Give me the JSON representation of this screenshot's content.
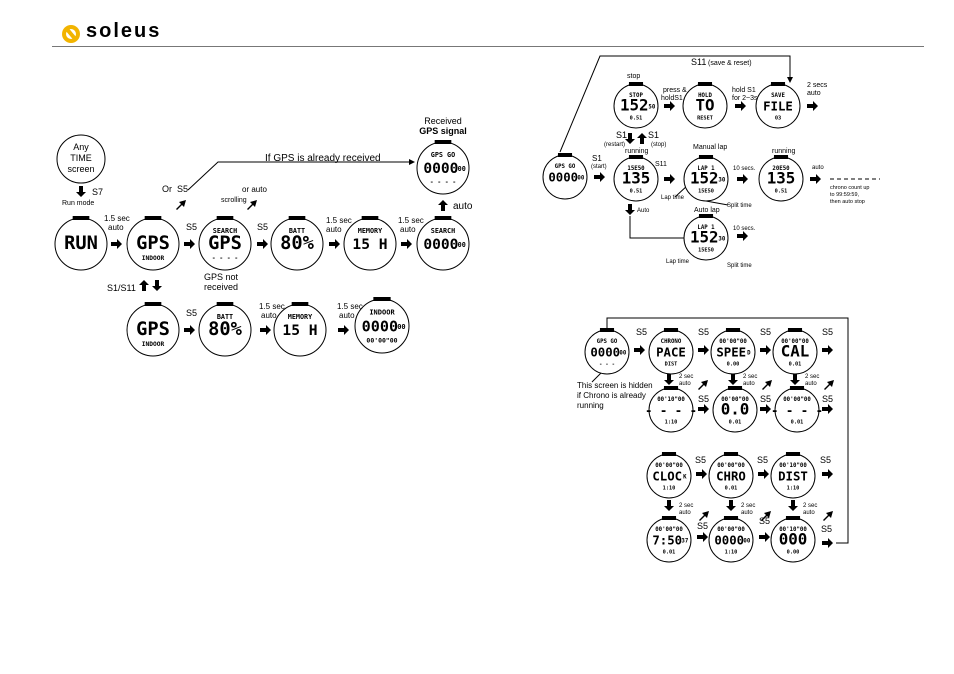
{
  "brand": "soleus",
  "colors": {
    "logo": "#f2b400",
    "ink": "#000000"
  },
  "left": {
    "any_time_screen": [
      "Any",
      "TIME",
      "screen"
    ],
    "labels": {
      "s7": "S7",
      "run_mode": "Run mode",
      "or": "Or",
      "s5": "S5",
      "if_gps": "If GPS is already received",
      "scrolling": "scrolling",
      "or_auto": "or auto",
      "received": "Received",
      "gps_signal": "GPS signal",
      "auto": "auto",
      "sec15": "1.5 sec",
      "auto_small": "auto",
      "gps_not": "GPS not",
      "received2": "received",
      "s1s11": "S1/S11"
    },
    "screens": {
      "run": {
        "main": "RUN"
      },
      "gps_indoor": {
        "main": "GPS",
        "sub": "INDOOR"
      },
      "search_gps": {
        "top": "SEARCH",
        "main": "GPS",
        "sub": "- - - -"
      },
      "batt": {
        "top": "BATT",
        "main": "80%"
      },
      "memory": {
        "top": "MEMORY",
        "main": "15 H"
      },
      "search0": {
        "top": "SEARCH",
        "main": "0000",
        "small": "00"
      },
      "gps_go": {
        "top": "GPS GO",
        "main": "0000",
        "small": "00",
        "sub": "- - - -"
      },
      "gps_indoor2": {
        "main": "GPS",
        "sub": "INDOOR"
      },
      "batt2": {
        "top": "BATT",
        "main": "80%"
      },
      "memory2": {
        "top": "MEMORY",
        "main": "15 H"
      },
      "indoor_screen": {
        "top": "INDOOR",
        "main": "0000",
        "small": "00",
        "sub": "00'00\"00"
      }
    }
  },
  "right_top": {
    "labels": {
      "s11_save": "S11",
      "save_reset": "(save & reset)",
      "stop": "stop",
      "press_hold": "press &",
      "hold_s1": "holdS1",
      "hold_s1b": "hold S1",
      "for23": "for 2~3s",
      "sec2": "2 secs",
      "auto": "auto",
      "s1_restart": "S1",
      "restart": "(restart)",
      "s1_stop": "S1",
      "stop2": "(stop)",
      "s1_start": "S1",
      "start": "(start)",
      "running": "running",
      "s11": "S11",
      "manual_lap": "Manual lap",
      "sec10": "10 secs.",
      "running2": "running",
      "auto2": "auto",
      "chrono_note": [
        "chrono count up",
        "to 99:59:59,",
        "then auto stop"
      ],
      "lap_time": "Lap time",
      "split_time": "Split time",
      "auto3": "Auto",
      "auto_lap": "Auto lap",
      "sec10b": "10 secs."
    },
    "screens": {
      "gps_go": {
        "top": "GPS GO",
        "main": "0000",
        "small": "00"
      },
      "stop": {
        "top": "STOP",
        "main": "152",
        "small": "50",
        "sub": "0.51"
      },
      "hold": {
        "top": "HOLD",
        "main": "TO",
        "sub": "RESET"
      },
      "save": {
        "top": "SAVE",
        "main": "FILE",
        "sub": "03"
      },
      "running": {
        "top": "15E50",
        "main": "135",
        "sub": "0.51"
      },
      "lap": {
        "top": "LAP 1",
        "main": "152",
        "small": "30",
        "sub": "15E50"
      },
      "run2": {
        "top": "20E50",
        "main": "135",
        "sub": "0.51"
      },
      "autolap": {
        "top": "LAP 1",
        "main": "152",
        "small": "30",
        "sub": "15E50"
      }
    }
  },
  "right_bottom": {
    "labels": {
      "s5": "S5",
      "sec2": "2 sec",
      "auto": "auto",
      "hidden_note": [
        "This screen is hidden",
        "if Chrono is already",
        "running"
      ]
    },
    "screens": {
      "gps_go": {
        "top": "GPS GO",
        "main": "0000",
        "small": "00",
        "sub": "- - -"
      },
      "pace": {
        "top": "CHRONO",
        "main": "PACE",
        "sub": "DIST"
      },
      "speed": {
        "top": "00'00\"00",
        "main": "SPEE",
        "small": "D",
        "sub": "0.00"
      },
      "cal": {
        "top": "00'00\"00",
        "main": "CAL",
        "sub": "0.01"
      },
      "r2a": {
        "top": "00'10\"00",
        "main": "- - - -",
        "sub": "1:10"
      },
      "r2b": {
        "top": "00'00\"00",
        "main": "0.0",
        "sub": "0.01"
      },
      "r2c": {
        "top": "00'00\"00",
        "main": "- - - -",
        "sub": "0.01"
      },
      "cloc": {
        "top": "00'00\"00",
        "main": "CLOC",
        "small": "K",
        "sub": "1:10"
      },
      "chro": {
        "top": "00'00\"00",
        "main": "CHRO",
        "sub": "0.01"
      },
      "dist": {
        "top": "00'10\"00",
        "main": "DIST",
        "sub": "1:10"
      },
      "r4a": {
        "top": "00'00\"00",
        "main": "7:50",
        "small": "37",
        "sub": "0.01"
      },
      "r4b": {
        "top": "00'00\"00",
        "main": "0000",
        "small": "00",
        "sub": "1:10"
      },
      "r4c": {
        "top": "00'10\"00",
        "main": "000",
        "sub": "0.00"
      }
    }
  }
}
